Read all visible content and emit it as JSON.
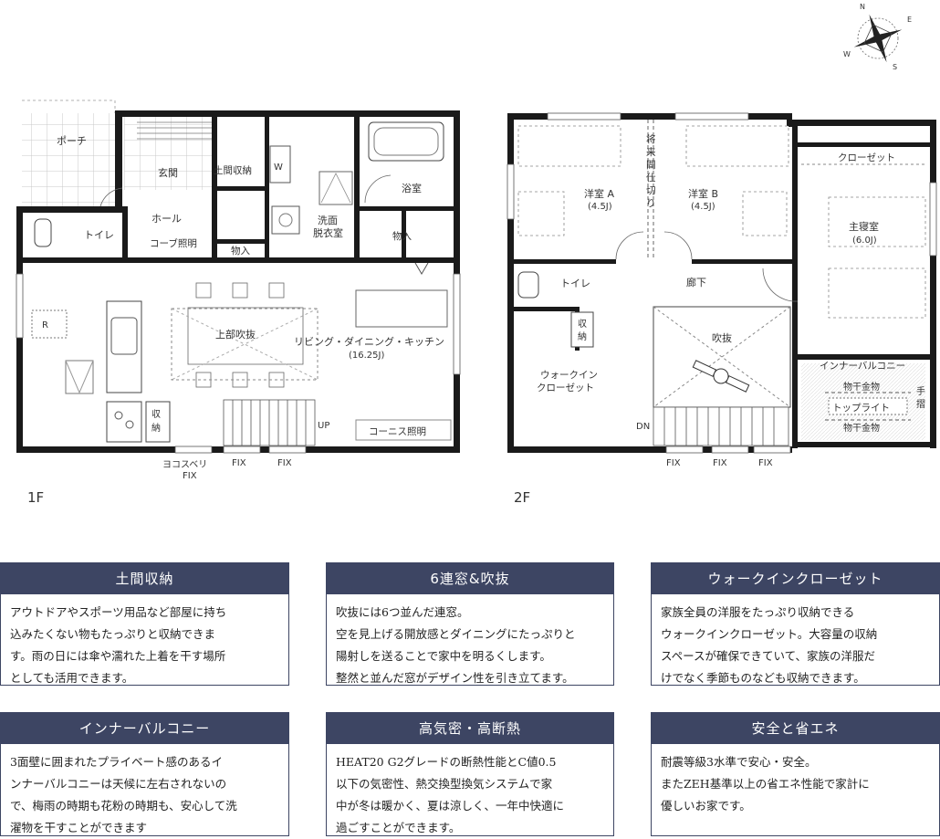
{
  "floor_labels": {
    "first": "1F",
    "second": "2F"
  },
  "compass": {
    "n": "N",
    "e": "E",
    "s": "S",
    "w": "W"
  },
  "rooms_1f": {
    "porch": "ポーチ",
    "entrance": "玄関",
    "doma_storage": "土間収納",
    "w": "W",
    "bath": "浴室",
    "washroom_l1": "洗面",
    "washroom_l2": "脱衣室",
    "toilet": "トイレ",
    "hall": "ホール",
    "cove_light": "コーブ照明",
    "storage_a": "物入",
    "storage_b": "物入",
    "void": "上部吹抜",
    "ldk": "リビング・ダイニング・キッチン",
    "ldk_size": "(16.25J)",
    "refrigerator": "R",
    "storage_label_1": "収",
    "storage_label_2": "納",
    "up": "UP",
    "cornice_light": "コーニス照明",
    "sliding_l1": "ヨコスベリ",
    "sliding_l2": "FIX",
    "fix_1": "FIX",
    "fix_2": "FIX"
  },
  "rooms_2f": {
    "room_a": "洋室 A",
    "room_a_size": "(4.5J)",
    "room_b": "洋室 B",
    "room_b_size": "(4.5J)",
    "partition": [
      "将",
      "来",
      "間",
      "仕",
      "切",
      "り"
    ],
    "closet": "クローゼット",
    "master": "主寝室",
    "master_size": "(6.0J)",
    "toilet": "トイレ",
    "hallway": "廊下",
    "storage_1": "収",
    "storage_2": "納",
    "void": "吹抜",
    "wic_l1": "ウォークイン",
    "wic_l2": "クローゼット",
    "inner_balcony": "インナーバルコニー",
    "drying_1": "物干金物",
    "toplight": "トップライト",
    "drying_2": "物干金物",
    "handrail_1": "手",
    "handrail_2": "摺",
    "dn": "DN",
    "fix_1": "FIX",
    "fix_2": "FIX",
    "fix_3": "FIX"
  },
  "features": [
    {
      "title": "土間収納",
      "lines": [
        "アウトドアやスポーツ用品など部屋に持ち",
        "込みたくない物もたっぷりと収納できま",
        "す。雨の日には傘や濡れた上着を干す場所",
        "としても活用できます。"
      ]
    },
    {
      "title": "6連窓&吹抜",
      "lines": [
        "吹抜には6つ並んだ連窓。",
        "空を見上げる開放感とダイニングにたっぷりと",
        "陽射しを送ることで家中を明るくします。",
        "整然と並んだ窓がデザイン性を引き立てます。"
      ]
    },
    {
      "title": "ウォークインクローゼット",
      "lines": [
        "家族全員の洋服をたっぷり収納できる",
        "ウォークインクローゼット。大容量の収納",
        "スペースが確保できていて、家族の洋服だ",
        "けでなく季節ものなども収納できます。"
      ]
    },
    {
      "title": "インナーバルコニー",
      "lines": [
        "3面壁に囲まれたプライベート感のあるイ",
        "ンナーバルコニーは天候に左右されないの",
        "で、梅雨の時期も花粉の時期も、安心して洗",
        "濯物を干すことができます"
      ]
    },
    {
      "title": "高気密・高断熱",
      "lines": [
        "HEAT20 G2グレードの断熱性能とC値0.5",
        "以下の気密性、熱交換型換気システムで家",
        "中が冬は暖かく、夏は涼しく、一年中快適に",
        "過ごすことができます。"
      ]
    },
    {
      "title": "安全と省エネ",
      "lines": [
        "耐震等級3水準で安心・安全。",
        "またZEH基準以上の省エネ性能で家計に",
        "優しいお家です。"
      ]
    }
  ]
}
